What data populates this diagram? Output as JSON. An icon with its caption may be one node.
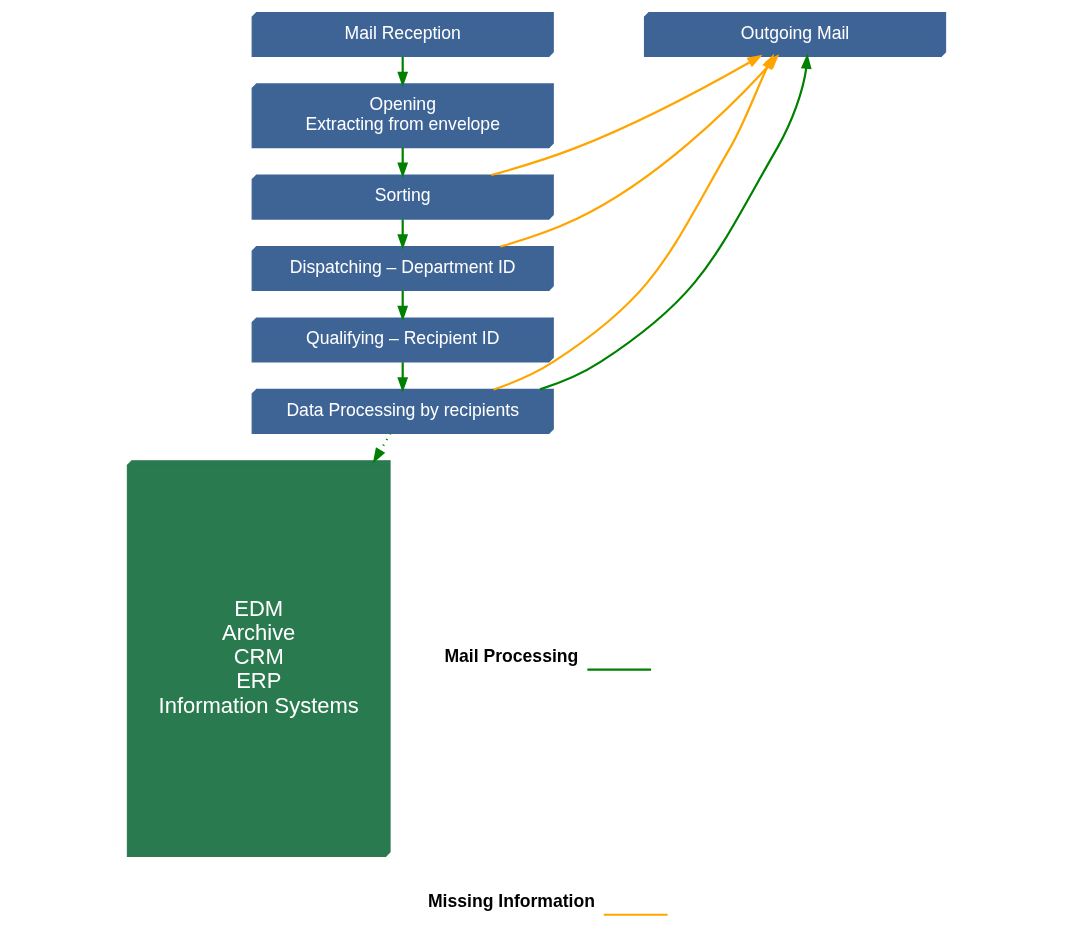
{
  "diagram": {
    "nodes": [
      {
        "text": [
          "Mail Reception"
        ]
      },
      {
        "text": [
          "Opening",
          "Extracting from envelope"
        ]
      },
      {
        "text": [
          "Sorting"
        ]
      },
      {
        "text": [
          "Dispatching – Department ID"
        ]
      },
      {
        "text": [
          "Qualifying – Recipient ID"
        ]
      },
      {
        "text": [
          "Data Processing by recipients"
        ]
      },
      {
        "text": [
          "Outgoing Mail"
        ]
      },
      {
        "text": [
          "EDM",
          "Archive",
          "CRM",
          "ERP",
          "Information Systems"
        ]
      }
    ],
    "edges": [
      {
        "from": 0,
        "to": 1,
        "arrow": "to"
      },
      {
        "from": 1,
        "to": 2,
        "arrow": "to"
      },
      {
        "from": 2,
        "to": 3,
        "arrow": "to"
      },
      {
        "from": 3,
        "to": 4,
        "arrow": "to"
      },
      {
        "from": 4,
        "to": 5,
        "arrow": "to"
      },
      {
        "from": 2,
        "to": 6,
        "arrow": "to",
        "color": "#ffa500"
      },
      {
        "from": 3,
        "to": 6,
        "arrow": "to",
        "color": "#ffa500"
      },
      {
        "from": 5,
        "to": 6,
        "arrow": "to",
        "color": "#ffa500"
      },
      {
        "from": 5,
        "to": 6,
        "arrow": "to"
      },
      {
        "from": 5,
        "to": 7,
        "arrow": "to",
        "style": "dashed"
      }
    ],
    "legend": [
      {
        "text": "Mail Processing"
      },
      {
        "text": "Missing Information"
      }
    ]
  }
}
